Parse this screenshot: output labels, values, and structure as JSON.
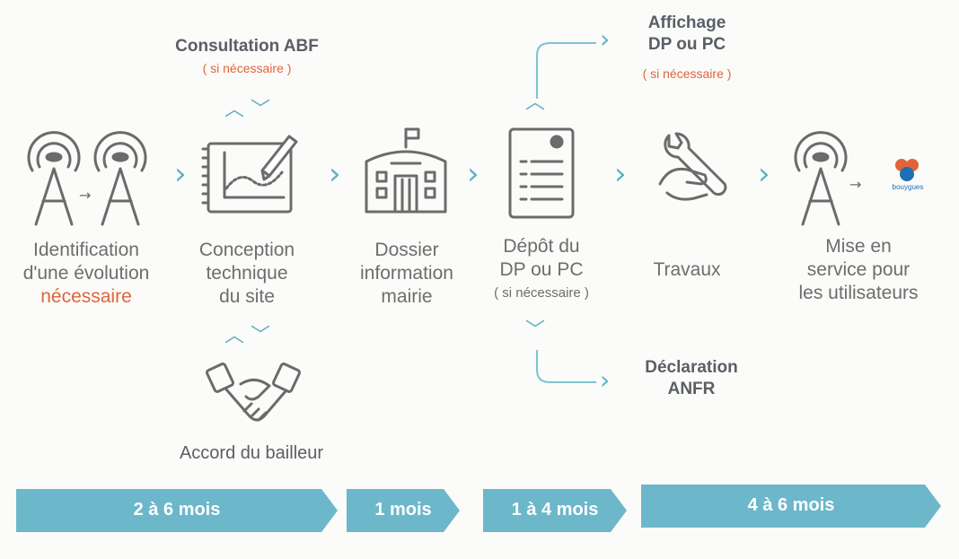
{
  "steps": {
    "identification": {
      "line1": "Identification",
      "line2": "d'une évolution",
      "line3": "nécessaire"
    },
    "conception": {
      "line1": "Conception",
      "line2": "technique",
      "line3": "du site"
    },
    "dossier": {
      "line1": "Dossier",
      "line2": "information",
      "line3": "mairie"
    },
    "depot": {
      "line1": "Dépôt du",
      "line2": "DP ou PC",
      "line3": "( si nécessaire )"
    },
    "travaux": {
      "line1": "Travaux"
    },
    "mise_en_service": {
      "line1": "Mise en",
      "line2": "service pour",
      "line3": "les utilisateurs"
    }
  },
  "branches": {
    "consultation_abf": {
      "title": "Consultation ABF",
      "note": "( si nécessaire )"
    },
    "accord_bailleur": {
      "title": "Accord du bailleur"
    },
    "affichage": {
      "title_l1": "Affichage",
      "title_l2": "DP ou PC",
      "note": "( si nécessaire )"
    },
    "declaration": {
      "title_l1": "Déclaration",
      "title_l2": "ANFR"
    }
  },
  "logo_text": "bouygues",
  "durations": [
    "2 à 6 mois",
    "1 mois",
    "1 à 4 mois",
    "4 à 6 mois"
  ],
  "colors": {
    "accent": "#5fb0c5",
    "bar": "#6db7cb",
    "highlight": "#e0643a",
    "icon": "#6b6b6b"
  }
}
